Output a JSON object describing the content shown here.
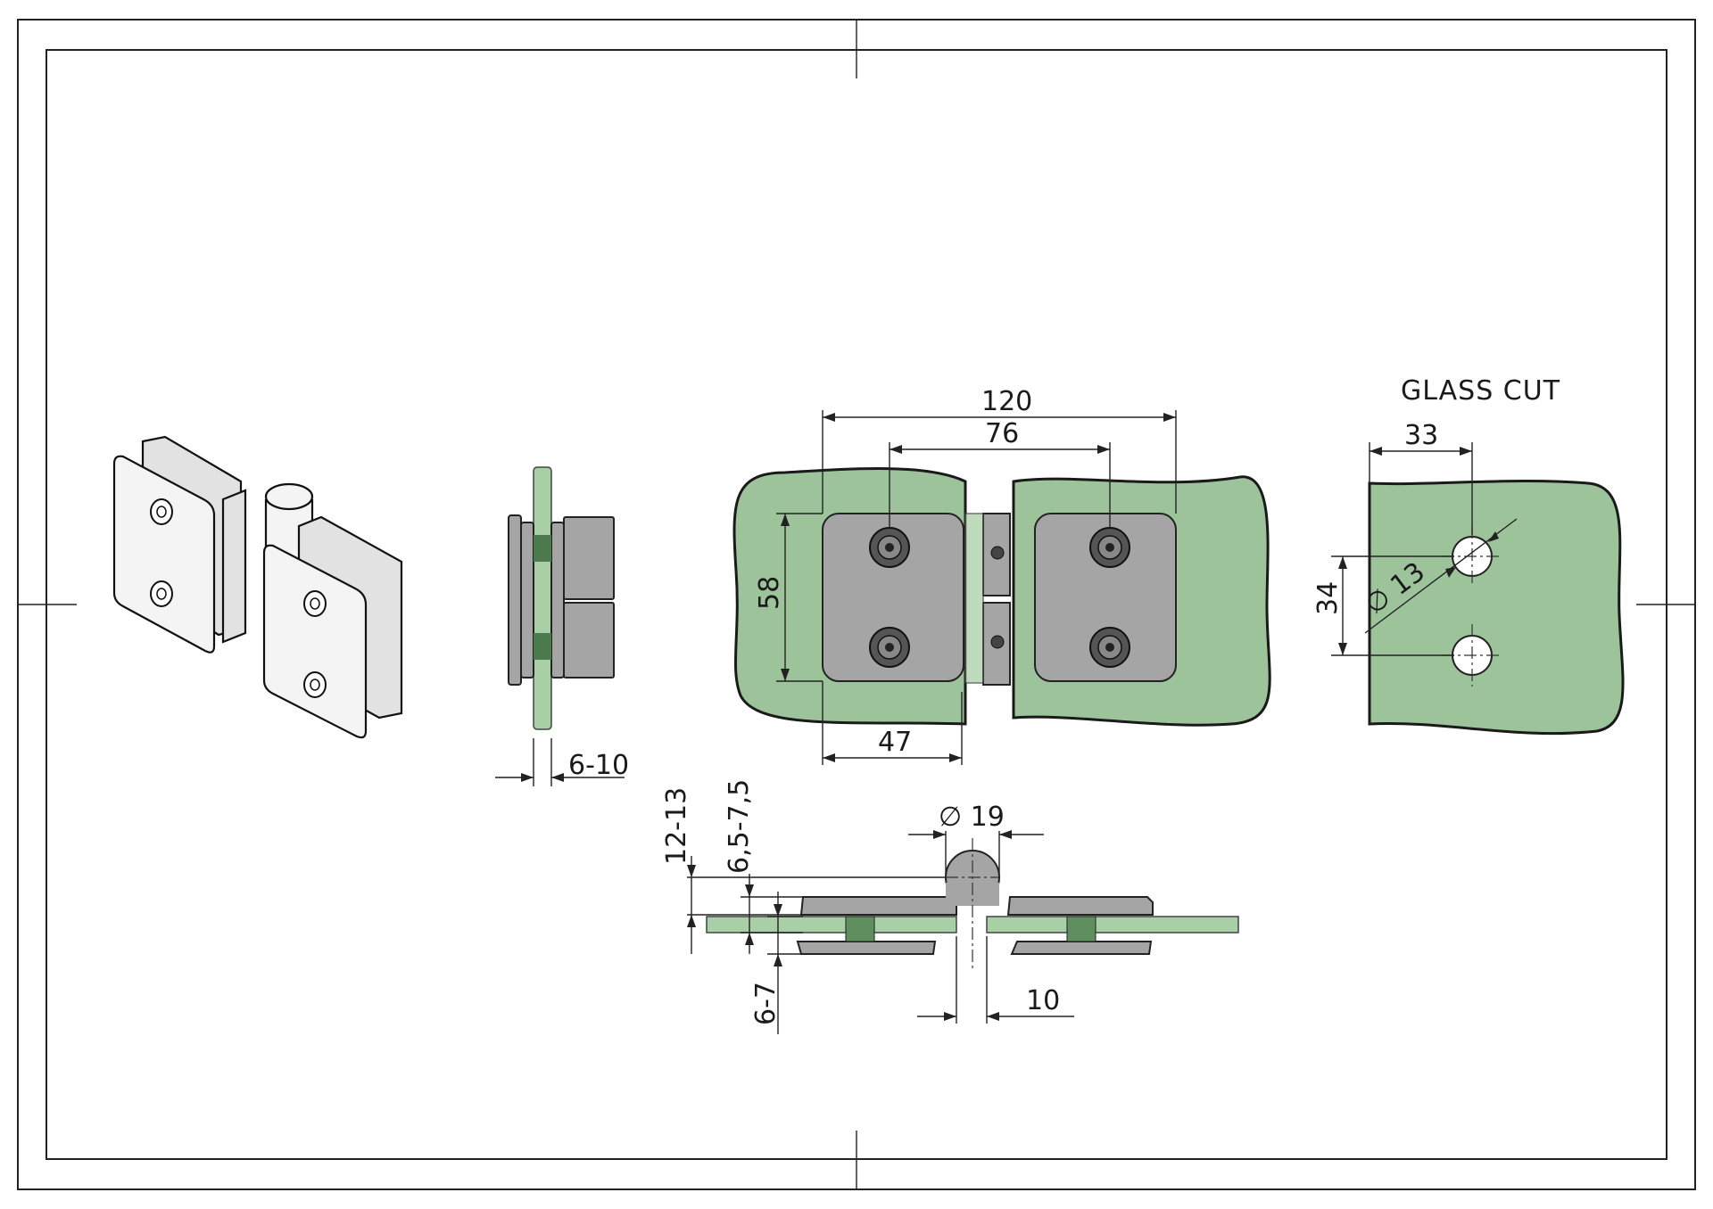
{
  "sheet": {
    "title": "GLASS CUT"
  },
  "dimensions": {
    "overall_width": "120",
    "hole_spacing_horizontal": "76",
    "plate_height": "58",
    "plate_width": "47",
    "glass_thickness_side": "6-10",
    "pin_diameter": "∅ 19",
    "gap": "10",
    "height_total": "12-13",
    "offset": "6,5-7,5",
    "thickness_lower": "6-7",
    "glass_cut_edge": "33",
    "glass_cut_spacing": "34",
    "glass_cut_hole": "∅ 13"
  },
  "colors": {
    "glass": "#9dc39a",
    "metal": "#a5a5a5",
    "outline": "#1a1a1a"
  }
}
